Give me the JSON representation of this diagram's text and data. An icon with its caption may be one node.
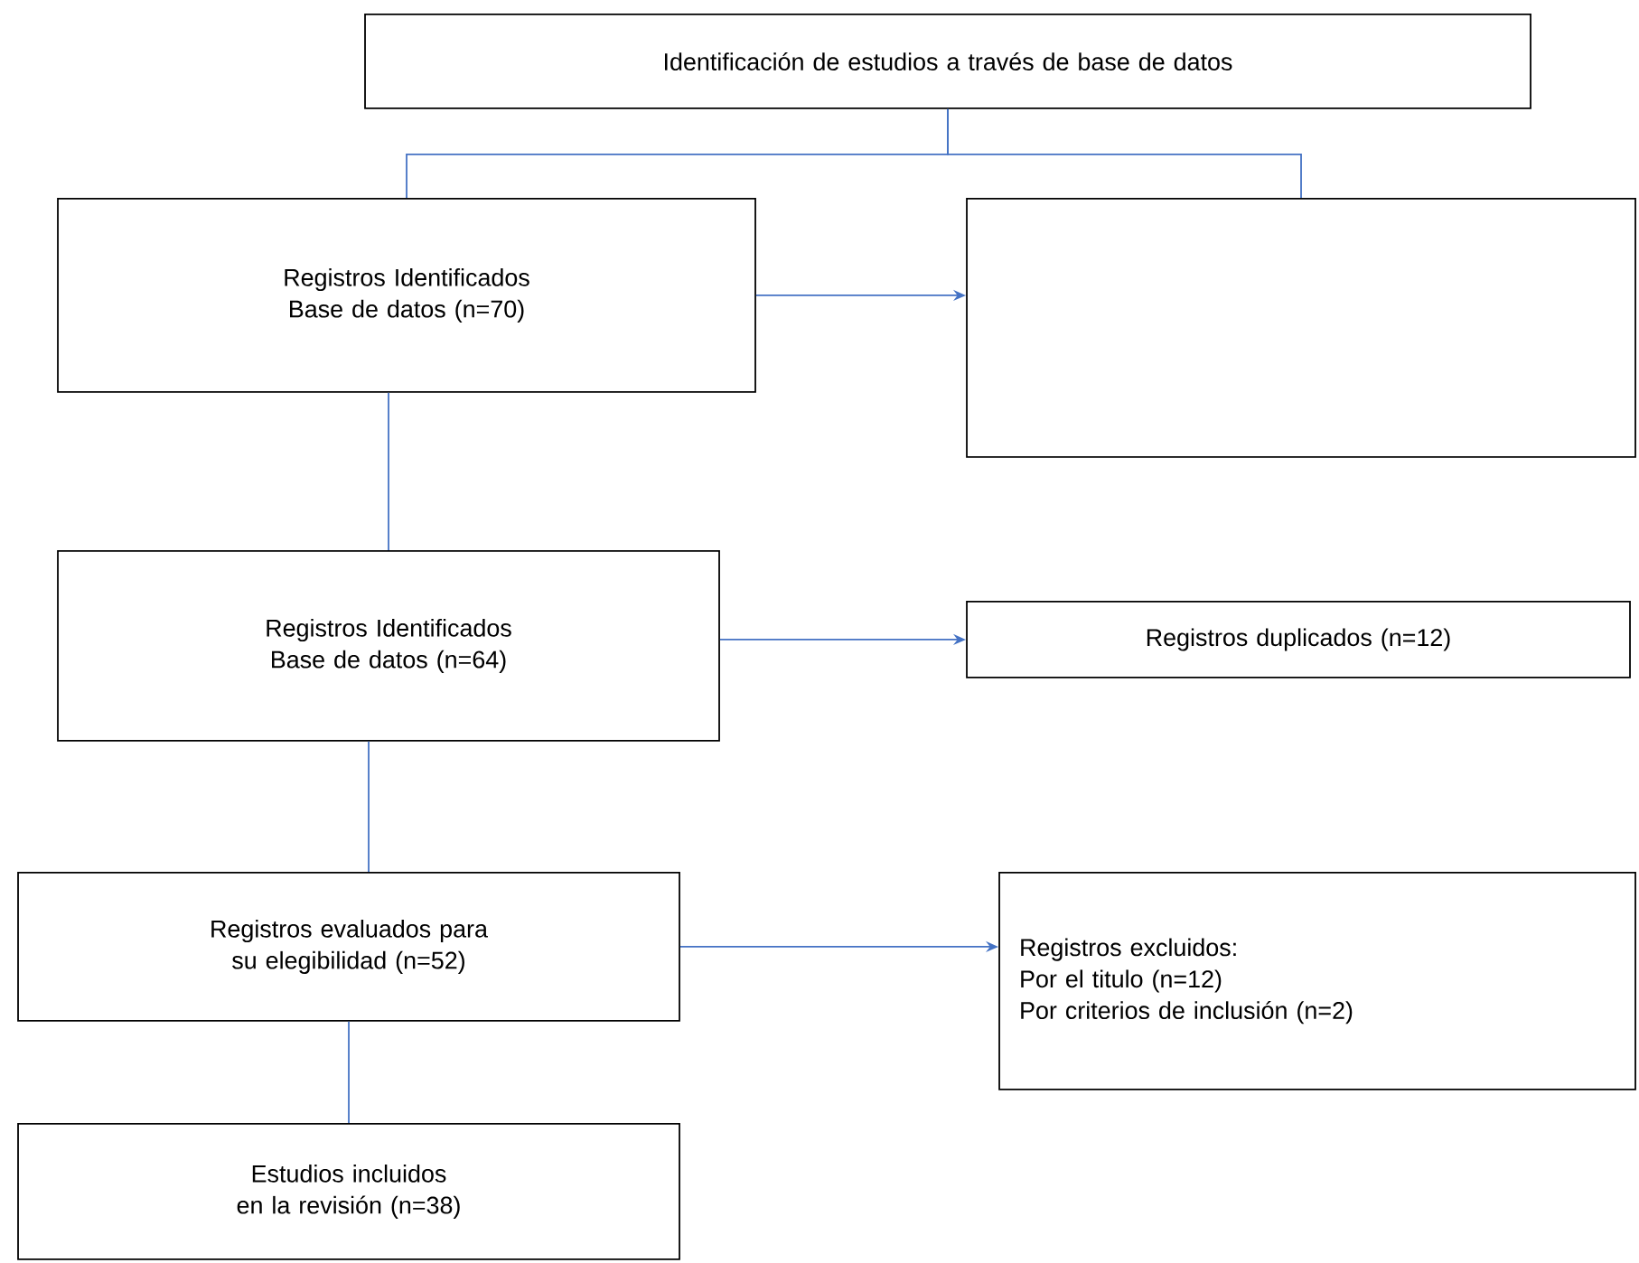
{
  "diagram": {
    "nodes": [
      {
        "text": [
          "Identificación de estudios a través de base de datos"
        ]
      },
      {
        "text": [
          "Registros Identificados Base de datos (n=70)"
        ]
      },
      {
        "text": [],
        "shape": "box"
      },
      {
        "text": [
          "Registros Identificados Base de datos (n=64)"
        ]
      },
      {
        "text": [
          "Registros duplicados (n=12)"
        ]
      },
      {
        "text": [
          "Registros evaluados para su elegibilidad (n=52)"
        ]
      },
      {
        "text": [
          "Registros excluidos:",
          "Por el titulo (n=12)",
          "Por criterios de inclusión (n=2)"
        ]
      },
      {
        "text": [
          "Estudios incluidos en la revisión (n=38)"
        ]
      }
    ],
    "edges": [
      {
        "from": 0,
        "to": 1,
        "arrow": "none"
      },
      {
        "from": 0,
        "to": 2,
        "arrow": "none"
      },
      {
        "from": 1,
        "to": 2,
        "arrow": "to"
      },
      {
        "from": 1,
        "to": 3,
        "arrow": "none"
      },
      {
        "from": 3,
        "to": 4,
        "arrow": "to"
      },
      {
        "from": 3,
        "to": 5,
        "arrow": "none"
      },
      {
        "from": 5,
        "to": 6,
        "arrow": "to"
      },
      {
        "from": 5,
        "to": 7,
        "arrow": "none"
      }
    ]
  }
}
